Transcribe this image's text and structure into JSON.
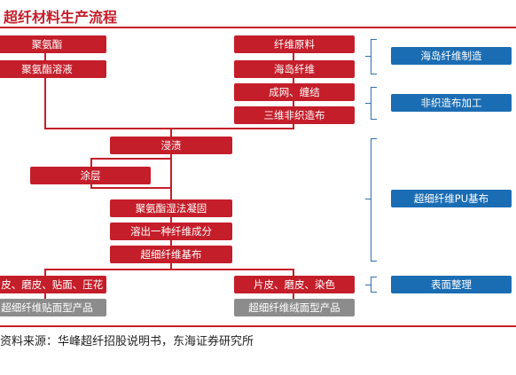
{
  "title": "超纤材料生产流程",
  "nodes": {
    "pu": "聚氨酯",
    "pu_solution": "聚氨酯溶液",
    "fiber_raw": "纤维原料",
    "island_fiber": "海岛纤维",
    "web_entangle": "成网、缠结",
    "nonwoven_3d": "三维非织造布",
    "impregnate": "浸渍",
    "coating": "涂层",
    "pu_wet_coag": "聚氨酯湿法凝固",
    "dissolve_fiber": "溶出一种纤维成分",
    "microfiber_base": "超细纤维基布",
    "finish_left": "片皮、磨皮、贴面、压花",
    "finish_right": "片皮、磨皮、染色",
    "product_laminated": "超细纤维贴面型产品",
    "product_suede": "超细纤维绒面型产品"
  },
  "stages": {
    "island_mfg": "海岛纤维制造",
    "nonwoven_proc": "非织造布加工",
    "pu_base": "超细纤维PU基布",
    "surface_finish": "表面整理"
  },
  "source": "资料来源：华峰超纤招股说明书，东海证券研究所"
}
